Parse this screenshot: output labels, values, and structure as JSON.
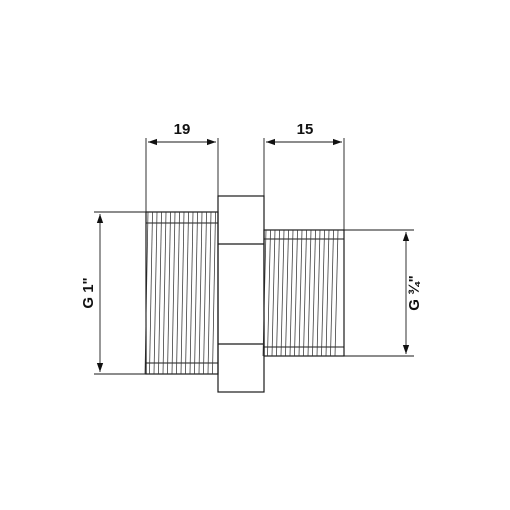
{
  "dimensions": {
    "left_thread_length": "19",
    "right_thread_length": "15",
    "left_thread_size": "G 1\"",
    "right_thread_size": "G ¾\""
  }
}
